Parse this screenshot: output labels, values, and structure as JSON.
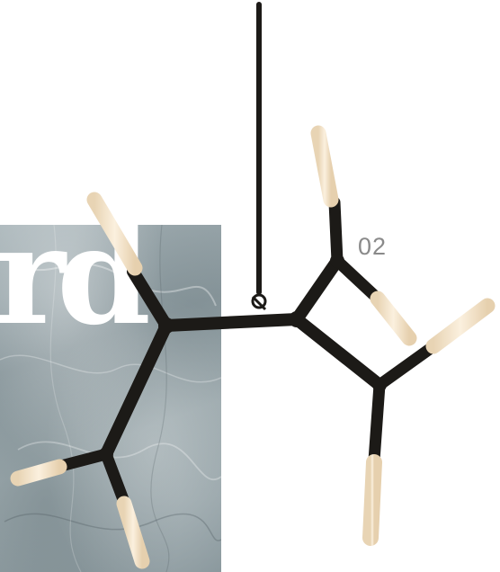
{
  "image": {
    "subject": "branching-pendant-chandelier",
    "colors": {
      "metal": "#1c1a17",
      "glass": "#f2e2c8",
      "marble": "#9aa7ac",
      "background": "#ffffff",
      "page_number": "#8a8a8a"
    }
  },
  "typography": {
    "large_letters": "rd",
    "page_number": "02"
  }
}
